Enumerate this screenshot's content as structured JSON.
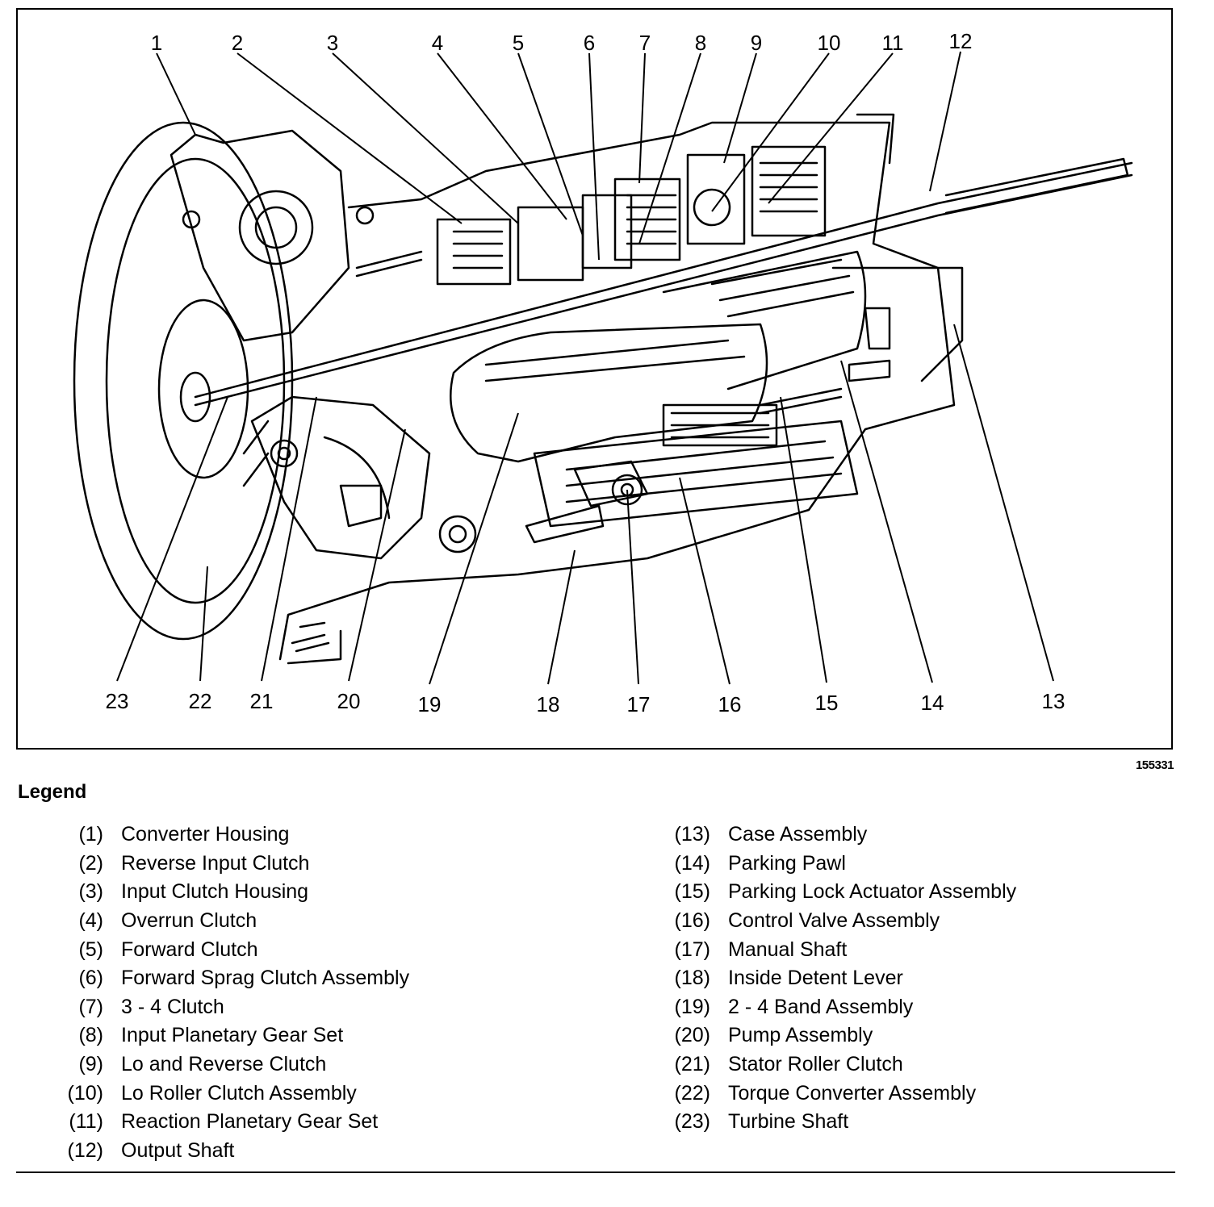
{
  "figure": {
    "figure_id": "155331",
    "callouts_top": [
      "1",
      "2",
      "3",
      "4",
      "5",
      "6",
      "7",
      "8",
      "9",
      "10",
      "11",
      "12"
    ],
    "callouts_bottom": [
      "23",
      "22",
      "21",
      "20",
      "19",
      "18",
      "17",
      "16",
      "15",
      "14",
      "13"
    ]
  },
  "legend": {
    "title": "Legend",
    "left_items": [
      {
        "num": "(1)",
        "label": "Converter Housing"
      },
      {
        "num": "(2)",
        "label": "Reverse Input Clutch"
      },
      {
        "num": "(3)",
        "label": "Input Clutch Housing"
      },
      {
        "num": "(4)",
        "label": "Overrun Clutch"
      },
      {
        "num": "(5)",
        "label": "Forward Clutch"
      },
      {
        "num": "(6)",
        "label": "Forward Sprag Clutch Assembly"
      },
      {
        "num": "(7)",
        "label": "3 - 4 Clutch"
      },
      {
        "num": "(8)",
        "label": "Input Planetary Gear Set"
      },
      {
        "num": "(9)",
        "label": "Lo and Reverse Clutch"
      },
      {
        "num": "(10)",
        "label": "Lo Roller Clutch Assembly"
      },
      {
        "num": "(11)",
        "label": "Reaction Planetary Gear Set"
      },
      {
        "num": "(12)",
        "label": "Output Shaft"
      }
    ],
    "right_items": [
      {
        "num": "(13)",
        "label": "Case Assembly"
      },
      {
        "num": "(14)",
        "label": "Parking Pawl"
      },
      {
        "num": "(15)",
        "label": "Parking Lock Actuator Assembly"
      },
      {
        "num": "(16)",
        "label": "Control Valve Assembly"
      },
      {
        "num": "(17)",
        "label": "Manual Shaft"
      },
      {
        "num": "(18)",
        "label": "Inside Detent Lever"
      },
      {
        "num": "(19)",
        "label": "2 - 4 Band Assembly"
      },
      {
        "num": "(20)",
        "label": "Pump Assembly"
      },
      {
        "num": "(21)",
        "label": "Stator Roller Clutch"
      },
      {
        "num": "(22)",
        "label": "Torque Converter Assembly"
      },
      {
        "num": "(23)",
        "label": "Turbine Shaft"
      }
    ]
  }
}
